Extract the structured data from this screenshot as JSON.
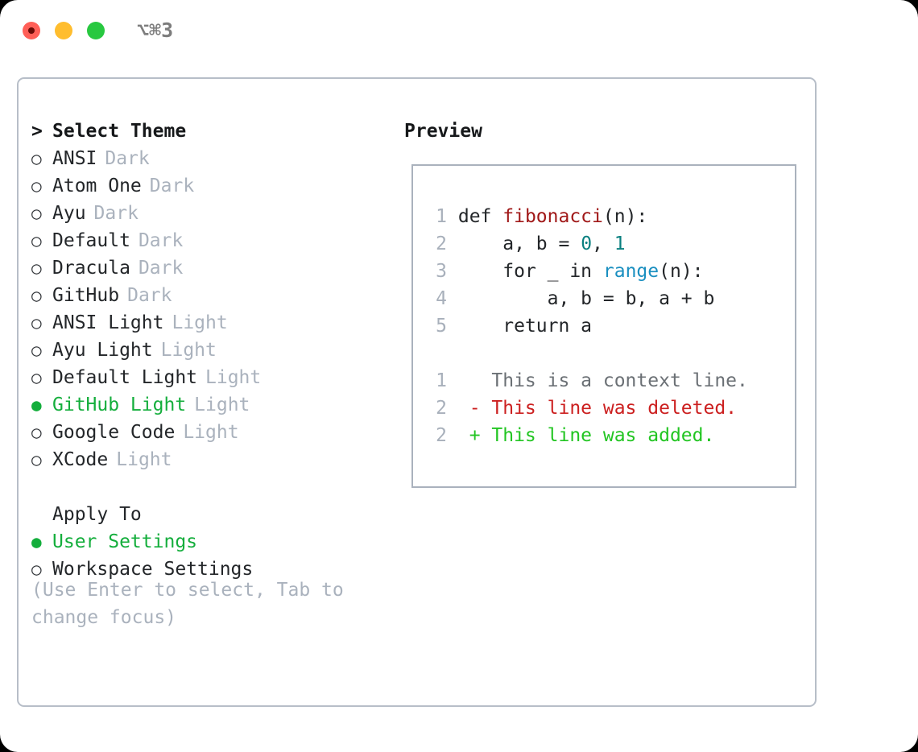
{
  "titlebar": {
    "shortcut": "⌥⌘3",
    "lights": [
      "close",
      "minimize",
      "maximize"
    ]
  },
  "theme_picker": {
    "header_prefix": ">",
    "header": "Select Theme",
    "unselected_marker": "○",
    "selected_marker": "●",
    "items": [
      {
        "label": "ANSI",
        "suffix": "Dark",
        "selected": false
      },
      {
        "label": "Atom One",
        "suffix": "Dark",
        "selected": false
      },
      {
        "label": "Ayu",
        "suffix": "Dark",
        "selected": false
      },
      {
        "label": "Default",
        "suffix": "Dark",
        "selected": false
      },
      {
        "label": "Dracula",
        "suffix": "Dark",
        "selected": false
      },
      {
        "label": "GitHub",
        "suffix": "Dark",
        "selected": false
      },
      {
        "label": "ANSI Light",
        "suffix": "Light",
        "selected": false
      },
      {
        "label": "Ayu Light",
        "suffix": "Light",
        "selected": false
      },
      {
        "label": "Default Light",
        "suffix": "Light",
        "selected": false
      },
      {
        "label": "GitHub Light",
        "suffix": "Light",
        "selected": true
      },
      {
        "label": "Google Code",
        "suffix": "Light",
        "selected": false
      },
      {
        "label": "XCode",
        "suffix": "Light",
        "selected": false
      }
    ]
  },
  "apply_to": {
    "header": "Apply To",
    "items": [
      {
        "label": "User Settings",
        "selected": true
      },
      {
        "label": "Workspace Settings",
        "selected": false
      }
    ]
  },
  "hint": "(Use Enter to select, Tab to change focus)",
  "preview": {
    "title": "Preview",
    "code_lines": [
      {
        "num": "1",
        "segments": [
          {
            "text": "def ",
            "kind": "plain"
          },
          {
            "text": "fibonacci",
            "kind": "fn"
          },
          {
            "text": "(n):",
            "kind": "plain"
          }
        ]
      },
      {
        "num": "2",
        "segments": [
          {
            "text": "    a, b = ",
            "kind": "plain"
          },
          {
            "text": "0",
            "kind": "num"
          },
          {
            "text": ", ",
            "kind": "plain"
          },
          {
            "text": "1",
            "kind": "num"
          }
        ]
      },
      {
        "num": "3",
        "segments": [
          {
            "text": "    for _ in ",
            "kind": "plain"
          },
          {
            "text": "range",
            "kind": "call"
          },
          {
            "text": "(n):",
            "kind": "plain"
          }
        ]
      },
      {
        "num": "4",
        "segments": [
          {
            "text": "        a, b = b, a + b",
            "kind": "plain"
          }
        ]
      },
      {
        "num": "5",
        "segments": [
          {
            "text": "    return a",
            "kind": "plain"
          }
        ]
      }
    ],
    "diff_lines": [
      {
        "num": "1",
        "marker": " ",
        "text": "This is a context line.",
        "kind": "context"
      },
      {
        "num": "2",
        "marker": "-",
        "text": "This line was deleted.",
        "kind": "deleted"
      },
      {
        "num": "2",
        "marker": "+",
        "text": "This line was added.",
        "kind": "added"
      }
    ]
  },
  "colors": {
    "accent_green": "#14ae3c",
    "muted": "#aab2bd",
    "diff_deleted": "#cc2020",
    "diff_added": "#22c522",
    "syntax_function": "#a01818",
    "syntax_number": "#0a8080",
    "syntax_call": "#1a8fc0"
  }
}
